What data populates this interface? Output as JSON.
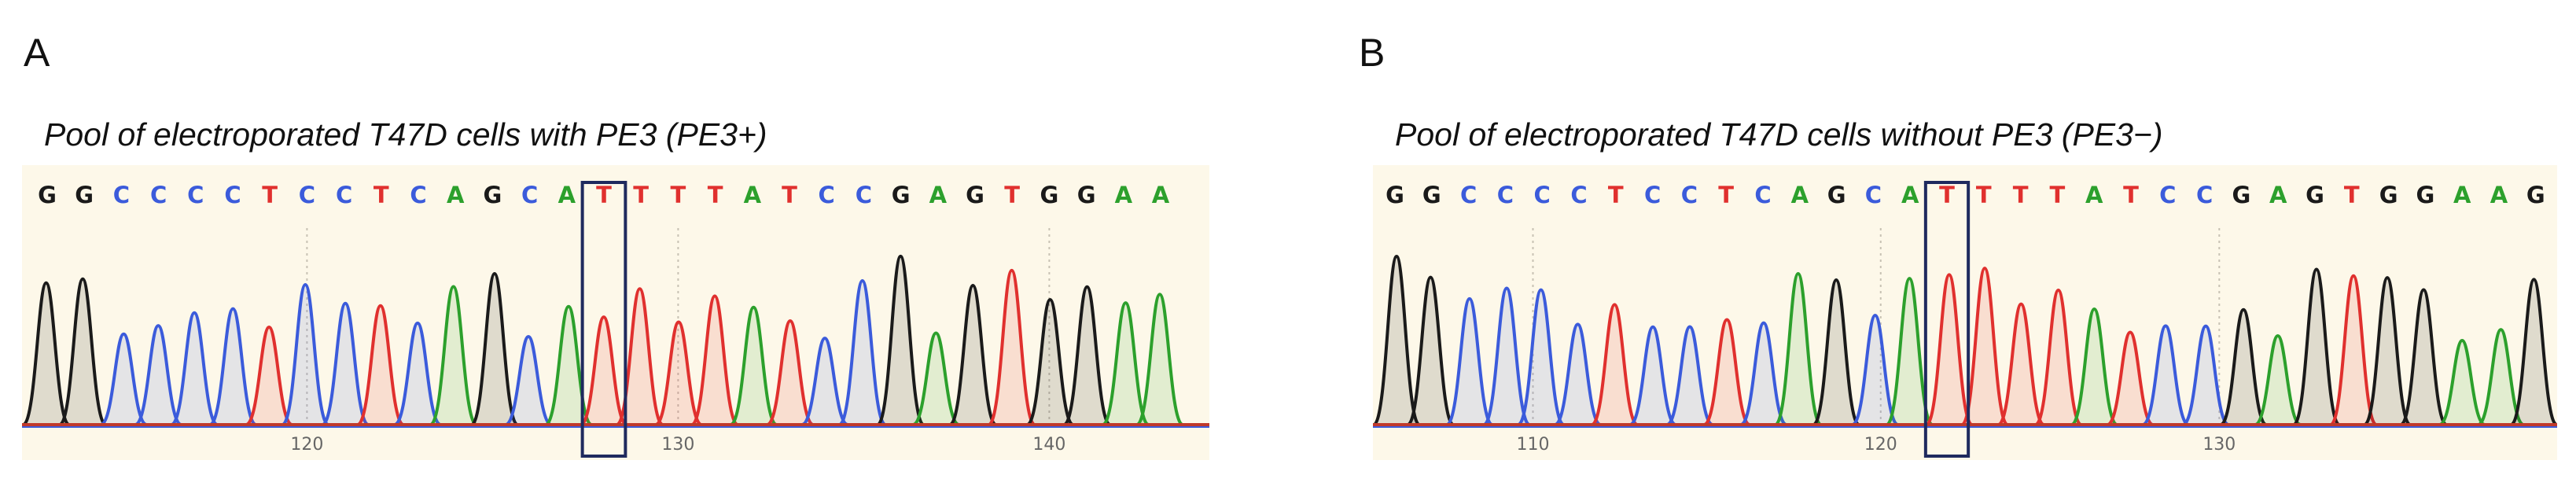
{
  "figure": {
    "panels": [
      {
        "letter": "A",
        "title": "Pool of electroporated T47D cells with PE3 (PE3+)"
      },
      {
        "letter": "B",
        "title": "Pool of electroporated T47D cells without PE3 (PE3−)"
      }
    ]
  },
  "colors": {
    "A": "#2ca02c",
    "C": "#3b5bdb",
    "G": "#1a1a1a",
    "T": "#e0302e",
    "background": "#fdf8e9",
    "highlight_box": "#1f2a5e",
    "baseline": "#c0392b"
  },
  "chart_data": [
    {
      "type": "sequencing_chromatogram",
      "panel": "A",
      "title": "Pool of electroporated T47D cells with PE3 (PE3+)",
      "sequence": [
        "G",
        "G",
        "C",
        "C",
        "C",
        "C",
        "T",
        "C",
        "C",
        "T",
        "C",
        "A",
        "G",
        "C",
        "A",
        "T",
        "T",
        "T",
        "T",
        "A",
        "T",
        "C",
        "C",
        "G",
        "A",
        "G",
        "T",
        "G",
        "G",
        "A",
        "A"
      ],
      "highlighted_base_index": 15,
      "x_ticks": [
        120,
        130,
        140
      ]
    },
    {
      "type": "sequencing_chromatogram",
      "panel": "B",
      "title": "Pool of electroporated T47D cells without PE3 (PE3−)",
      "sequence": [
        "G",
        "G",
        "C",
        "C",
        "C",
        "C",
        "T",
        "C",
        "C",
        "T",
        "C",
        "A",
        "G",
        "C",
        "A",
        "T",
        "T",
        "T",
        "T",
        "A",
        "T",
        "C",
        "C",
        "G",
        "A",
        "G",
        "T",
        "G",
        "G",
        "A",
        "A",
        "G"
      ],
      "highlighted_base_index": 15,
      "x_ticks": [
        110,
        120,
        130
      ]
    }
  ]
}
